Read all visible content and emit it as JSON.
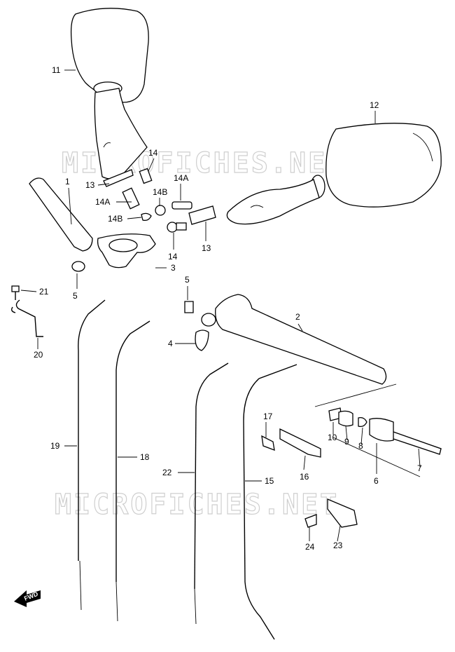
{
  "watermarks": [
    "MICROFICHES.NET",
    "MICROFICHES.NET"
  ],
  "fwd_label": "FWD",
  "callouts": [
    "11",
    "12",
    "14",
    "13",
    "14A",
    "14B",
    "14A",
    "14B",
    "13",
    "14",
    "1",
    "3",
    "5",
    "21",
    "20",
    "5",
    "2",
    "4",
    "19",
    "18",
    "22",
    "15",
    "17",
    "10",
    "9",
    "8",
    "7",
    "6",
    "16",
    "23",
    "24"
  ]
}
